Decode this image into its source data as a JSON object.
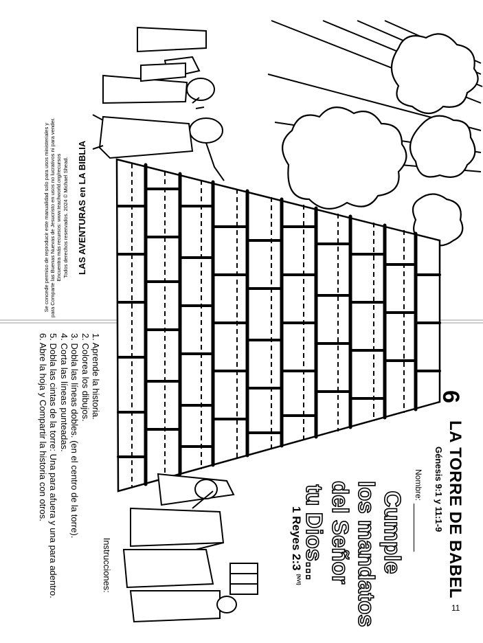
{
  "lesson": {
    "number": "6",
    "title": "LA TORRE DE BABEL",
    "reference": "Génesis 9:1 y 11:1-9",
    "name_label": "Nombre:"
  },
  "verse": {
    "lines": [
      "Cumple",
      "los mandatos",
      "del Señor",
      "tu Dios..."
    ],
    "reference": "1 Reyes 2:3",
    "version": "(NVI)"
  },
  "instructions": {
    "heading": "Instrucciones:",
    "steps": [
      "1. Aprende la historia.",
      "2. Colorea los dibujos.",
      "3. Dobla las líneas dobles. (en el centro de la torre).",
      "4. Corta las líneas punteadas.",
      "5. Dobla las cintas de la torre: Una para afuera y una para adentro.",
      "6. Abre la hoja y Compartir la historia con otros."
    ]
  },
  "branding": {
    "series": "LAS AVENTURAS en LA BIBLIA",
    "permission": [
      "Se concede permiso de reproducir este manualidad solo para usos ministeriales y",
      "para Comparte las Buenas Nuevas de Jesucristo en usos no lucrativos ni para vender.",
      "Encuentra más recursos: www.teachworld.org/recursos",
      "Todos derechos reservados. 2024 © Michael Shead."
    ]
  },
  "page_number": "11"
}
